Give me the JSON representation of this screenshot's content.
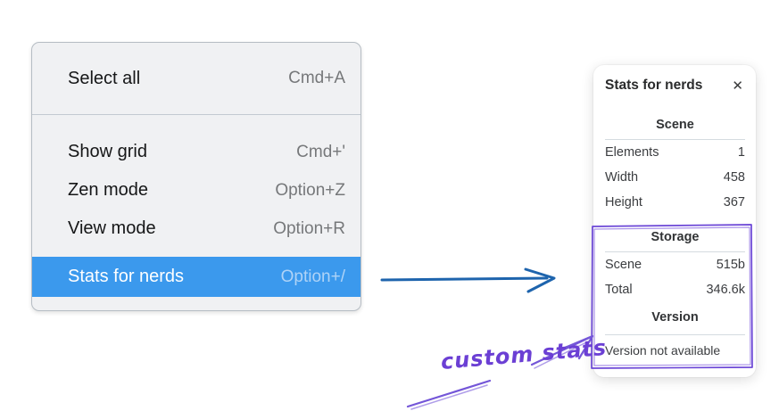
{
  "colors": {
    "menu_background": "#f0f1f3",
    "menu_border": "#b6bdc4",
    "highlight_blue": "#3b99ed",
    "shortcut_gray": "#76787a",
    "shortcut_on_highlight": "#aed3f7",
    "arrow_blue": "#1e64ad",
    "annotation_purple": "#6b46d6",
    "panel_text": "#3b3d40"
  },
  "context_menu": {
    "items": [
      {
        "label": "Select all",
        "shortcut": "Cmd+A",
        "selected": false
      },
      {
        "label": "Show grid",
        "shortcut": "Cmd+'",
        "selected": false
      },
      {
        "label": "Zen mode",
        "shortcut": "Option+Z",
        "selected": false
      },
      {
        "label": "View mode",
        "shortcut": "Option+R",
        "selected": false
      },
      {
        "label": "Stats for nerds",
        "shortcut": "Option+/",
        "selected": true
      }
    ]
  },
  "stats_panel": {
    "title": "Stats for nerds",
    "close_icon": "✕",
    "scene_section": {
      "heading": "Scene",
      "rows": [
        {
          "label": "Elements",
          "value": "1"
        },
        {
          "label": "Width",
          "value": "458"
        },
        {
          "label": "Height",
          "value": "367"
        }
      ]
    },
    "storage_section": {
      "heading": "Storage",
      "rows": [
        {
          "label": "Scene",
          "value": "515b"
        },
        {
          "label": "Total",
          "value": "346.6k"
        }
      ]
    },
    "version_section": {
      "heading": "Version",
      "note": "Version not available"
    }
  },
  "annotations": {
    "custom_stats_label": "custom stats"
  }
}
